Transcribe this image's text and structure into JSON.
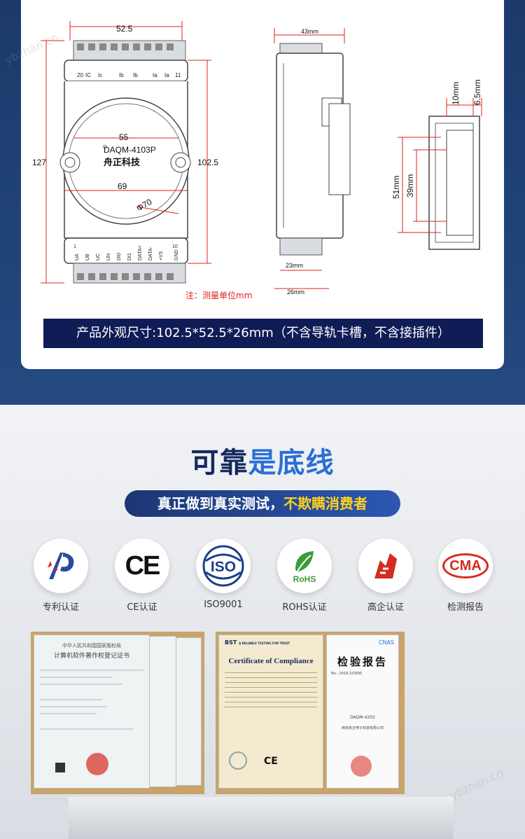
{
  "drawing": {
    "dim_width": "52.5",
    "dim_height_outer": "127",
    "dim_height_inner": "102.5",
    "dim_hole_spacing": "55",
    "dim_circle_width": "69",
    "dim_circle_dia": "Φ70",
    "model": "DAQM-4103P",
    "brand": "舟正科技",
    "top_terminals": [
      "IC",
      "Ic",
      "Ib",
      "Ib",
      "Ia",
      "Ia"
    ],
    "top_terminal_nums": [
      "20",
      "11"
    ],
    "bottom_terminals": [
      "UA",
      "UB",
      "UC",
      "UN",
      "DI0",
      "DI1",
      "DATA+",
      "DATA-",
      "+VS",
      "GND"
    ],
    "bottom_terminal_nums": [
      "1",
      "10"
    ],
    "side_depth": "43mm",
    "side_base": "23mm",
    "side_total": "26mm",
    "rail_10": "10mm",
    "rail_6_5": "6.5mm",
    "rail_51": "51mm",
    "rail_39": "39mm",
    "note": "注：测量单位mm"
  },
  "banner": "产品外观尺寸:102.5*52.5*26mm（不含导轨卡槽，不含接插件）",
  "heading": {
    "part1": "可靠",
    "part2": "是底线"
  },
  "pill": {
    "part1": "真正做到真实测试，",
    "part2": "不欺瞒消费者"
  },
  "badges": [
    {
      "label": "专利认证",
      "icon": "patent-icon"
    },
    {
      "label": "CE认证",
      "icon": "ce-icon",
      "mark": "CE"
    },
    {
      "label": "ISO9001",
      "icon": "iso-icon",
      "mark": "ISO"
    },
    {
      "label": "ROHS认证",
      "icon": "rohs-icon",
      "mark": "RoHS"
    },
    {
      "label": "高企认证",
      "icon": "hightech-icon"
    },
    {
      "label": "检测报告",
      "icon": "cma-icon",
      "mark": "CMA"
    }
  ],
  "certs": {
    "soft_title1": "中华人民共和国国家版权局",
    "soft_title2": "计算机软件著作权登记证书",
    "compliance_title": "Certificate of Compliance",
    "compliance_brand": "BST",
    "compliance_brand_sub": "A RELIABLE TESTING FOR TRUST",
    "report_title": "检验报告",
    "report_no": "No.: 2018-1030W",
    "report_product": "DAQM-4202",
    "report_company": "西安舟正电子科技有限公司"
  },
  "watermark": "ybzhan.cn",
  "colors": {
    "navy": "#0f1c56",
    "blue": "#2b6fd6",
    "accent": "#ffd21a",
    "dim_red": "#e02020"
  }
}
